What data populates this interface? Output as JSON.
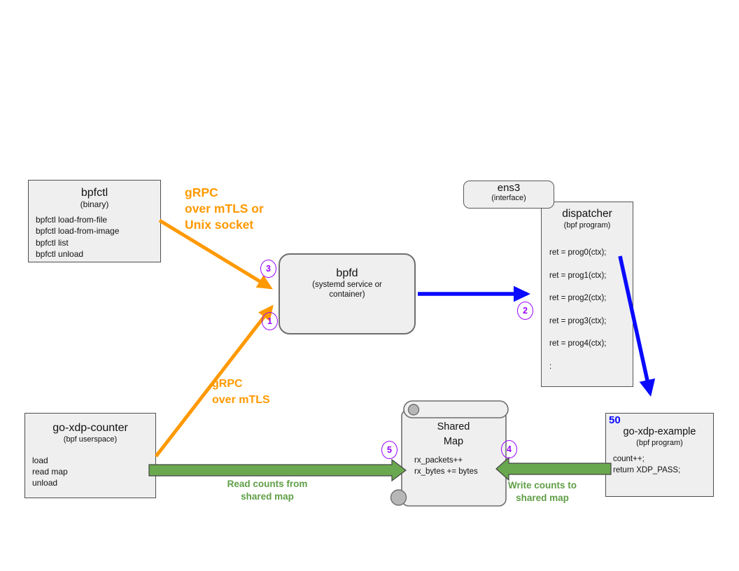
{
  "diagram": {
    "nodes": {
      "bpfctl": {
        "title": "bpfctl",
        "subtitle": "(binary)",
        "lines": [
          "bpfctl load-from-file",
          "bpfctl load-from-image",
          "bpfctl list",
          "bpfctl unload"
        ]
      },
      "ens3": {
        "title": "ens3",
        "subtitle": "(interface)"
      },
      "dispatcher": {
        "title": "dispatcher",
        "subtitle": "(bpf program)",
        "lines": [
          "ret = prog0(ctx);",
          "ret = prog1(ctx);",
          "ret = prog2(ctx);",
          "ret = prog3(ctx);",
          "ret = prog4(ctx);",
          ":"
        ]
      },
      "bpfd": {
        "title": "bpfd",
        "subtitle": "(systemd service or\ncontainer)"
      },
      "go_xdp_counter": {
        "title": "go-xdp-counter",
        "subtitle": "(bpf userspace)",
        "lines": [
          "load",
          "read map",
          "unload"
        ]
      },
      "shared_map": {
        "title": "Shared\nMap",
        "lines": [
          "rx_packets++",
          "rx_bytes += bytes"
        ]
      },
      "go_xdp_example": {
        "badge": "50",
        "title": "go-xdp-example",
        "subtitle": "(bpf program)",
        "lines": [
          "count++;",
          "return XDP_PASS;"
        ]
      }
    },
    "edge_labels": {
      "grpc_unix": "gRPC\nover mTLS or\nUnix socket",
      "grpc_mtls": "gRPC\nover mTLS",
      "read_counts": "Read counts from\nshared map",
      "write_counts": "Write counts to\nshared map"
    },
    "steps": [
      "1",
      "2",
      "3",
      "4",
      "5"
    ],
    "colors": {
      "orange": "#ff9900",
      "blue": "#0909ff",
      "green": "#6aa84f",
      "green_text": "#5f9e46",
      "purple": "#9900ff",
      "node_fill": "#efefef",
      "node_border": "#4e4e4e"
    }
  }
}
